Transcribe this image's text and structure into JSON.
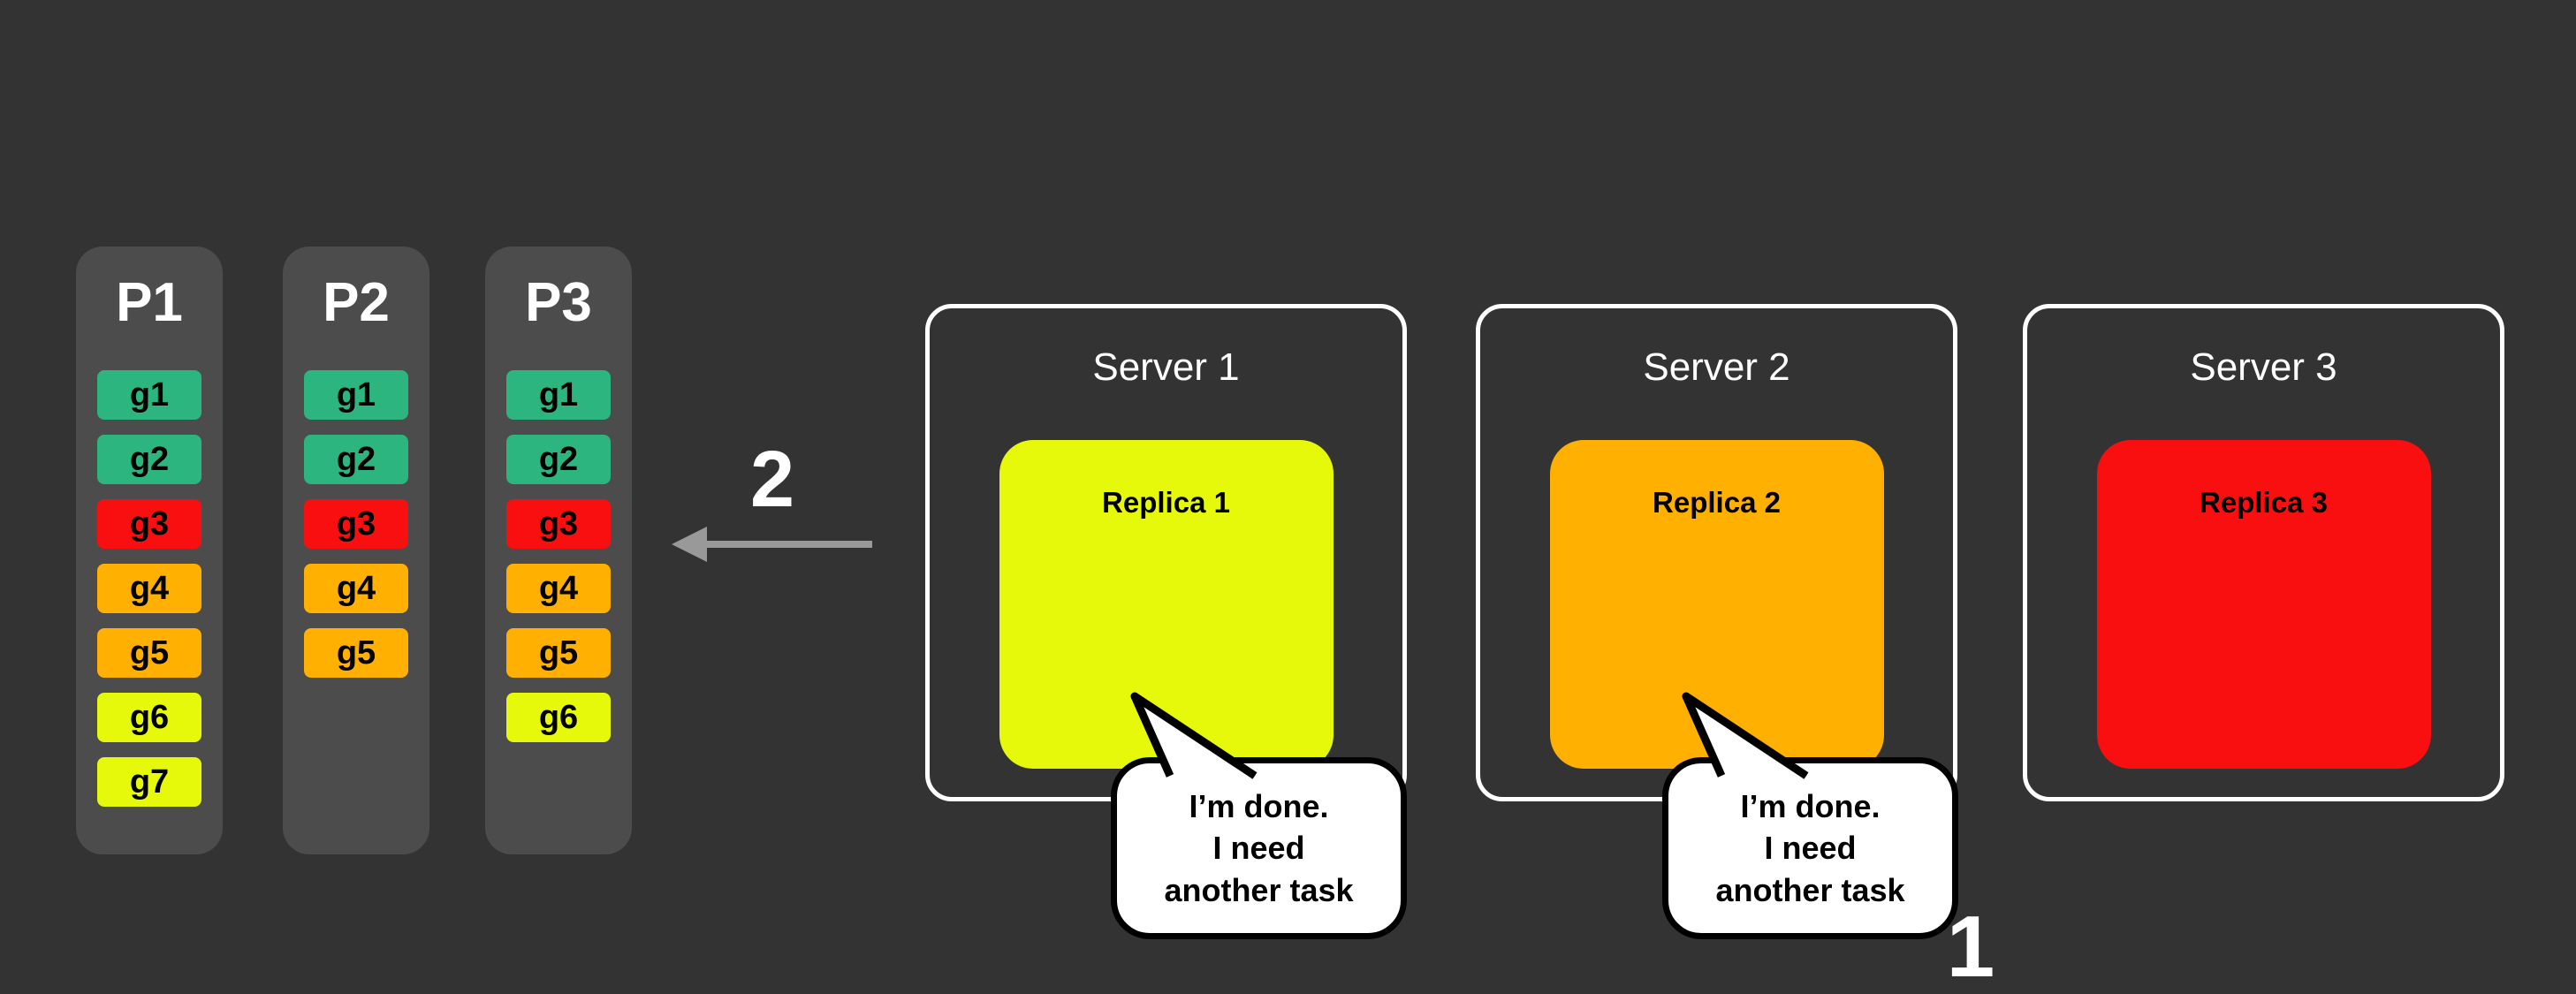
{
  "canvas": {
    "background": "#333333",
    "queue_background": "#4c4c4c"
  },
  "queues": [
    {
      "label": "P1",
      "tasks": [
        {
          "id": "g1",
          "color": "#2cb57e"
        },
        {
          "id": "g2",
          "color": "#2cb57e"
        },
        {
          "id": "g3",
          "color": "#f90f0f"
        },
        {
          "id": "g4",
          "color": "#ffb000"
        },
        {
          "id": "g5",
          "color": "#ffb000"
        },
        {
          "id": "g6",
          "color": "#e6f90a"
        },
        {
          "id": "g7",
          "color": "#e6f90a"
        }
      ]
    },
    {
      "label": "P2",
      "tasks": [
        {
          "id": "g1",
          "color": "#2cb57e"
        },
        {
          "id": "g2",
          "color": "#2cb57e"
        },
        {
          "id": "g3",
          "color": "#f90f0f"
        },
        {
          "id": "g4",
          "color": "#ffb000"
        },
        {
          "id": "g5",
          "color": "#ffb000"
        }
      ]
    },
    {
      "label": "P3",
      "tasks": [
        {
          "id": "g1",
          "color": "#2cb57e"
        },
        {
          "id": "g2",
          "color": "#2cb57e"
        },
        {
          "id": "g3",
          "color": "#f90f0f"
        },
        {
          "id": "g4",
          "color": "#ffb000"
        },
        {
          "id": "g5",
          "color": "#ffb000"
        },
        {
          "id": "g6",
          "color": "#e6f90a"
        }
      ]
    }
  ],
  "arrow": {
    "label": "2",
    "color": "#999999"
  },
  "servers": [
    {
      "label": "Server 1",
      "replica": {
        "label": "Replica 1",
        "color": "#e6f90a"
      }
    },
    {
      "label": "Server 2",
      "replica": {
        "label": "Replica 2",
        "color": "#ffb000"
      }
    },
    {
      "label": "Server 3",
      "replica": {
        "label": "Replica 3",
        "color": "#f90f0f"
      }
    }
  ],
  "speech_bubbles": [
    {
      "lines": [
        "I’m done.",
        "I need",
        "another task"
      ]
    },
    {
      "lines": [
        "I’m done.",
        "I need",
        "another task"
      ]
    }
  ],
  "step_label": "1"
}
